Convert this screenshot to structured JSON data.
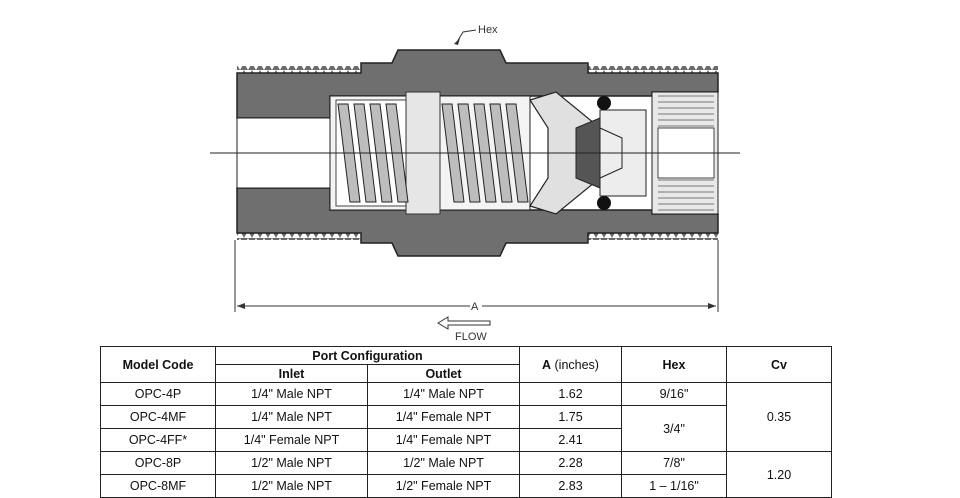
{
  "diagram": {
    "hex_label": "Hex",
    "dimension_label": "A",
    "flow_label": "FLOW"
  },
  "table": {
    "headers": {
      "model_code": "Model Code",
      "port_configuration": "Port Configuration",
      "inlet": "Inlet",
      "outlet": "Outlet",
      "a_prefix": "A",
      "a_suffix": "(inches)",
      "hex": "Hex",
      "cv": "Cv"
    },
    "rows": [
      {
        "model": "OPC-4P",
        "inlet": "1/4\" Male NPT",
        "outlet": "1/4\" Male NPT",
        "a": "1.62"
      },
      {
        "model": "OPC-4MF",
        "inlet": "1/4\" Male NPT",
        "outlet": "1/4\" Female NPT",
        "a": "1.75"
      },
      {
        "model": "OPC-4FF*",
        "inlet": "1/4\" Female NPT",
        "outlet": "1/4\" Female NPT",
        "a": "2.41"
      },
      {
        "model": "OPC-8P",
        "inlet": "1/2\" Male NPT",
        "outlet": "1/2\" Male NPT",
        "a": "2.28"
      },
      {
        "model": "OPC-8MF",
        "inlet": "1/2\" Male NPT",
        "outlet": "1/2\" Female NPT",
        "a": "2.83"
      }
    ],
    "hex_values": [
      "9/16\"",
      "3/4\"",
      "7/8\"",
      "1 – 1/16\""
    ],
    "cv_values": [
      "0.35",
      "1.20"
    ]
  }
}
